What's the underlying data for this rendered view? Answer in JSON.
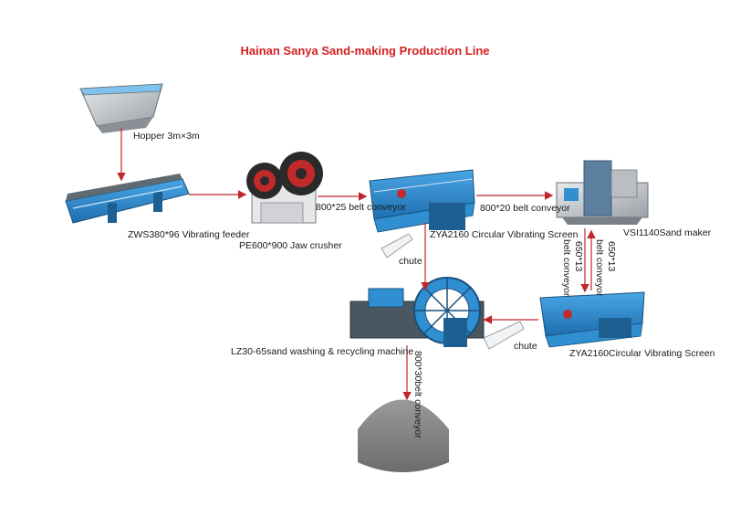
{
  "title": "Hainan Sanya Sand-making Production Line",
  "labels": {
    "hopper": "Hopper 3m×3m",
    "feeder": "ZWS380*96 Vibrating feeder",
    "jaw_crusher": "PE600*900 Jaw crusher",
    "belt_1": "800*25 belt conveyor",
    "screen_1": "ZYA2160 Circular Vibrating Screen",
    "belt_2": "800*20 belt conveyor",
    "sand_maker": "VSI1140Sand maker",
    "belt_3a": "650*13",
    "belt_3a_sub": "belt conveyor",
    "belt_3b": "650*13",
    "belt_3b_sub": "belt conveyor",
    "screen_2": "ZYA2160Circular Vibrating Screen",
    "chute_1": "chute",
    "chute_2": "chute",
    "washer": "LZ30-65sand washing & recycling machine",
    "belt_4": "800*30belt conveyor"
  },
  "colors": {
    "title": "#d32020",
    "arrow": "#c0262b",
    "machine_blue": "#2f8fd0",
    "machine_dark": "#1e5f92",
    "steel": "#c9cdd2",
    "sand": "#8a8a8a"
  }
}
